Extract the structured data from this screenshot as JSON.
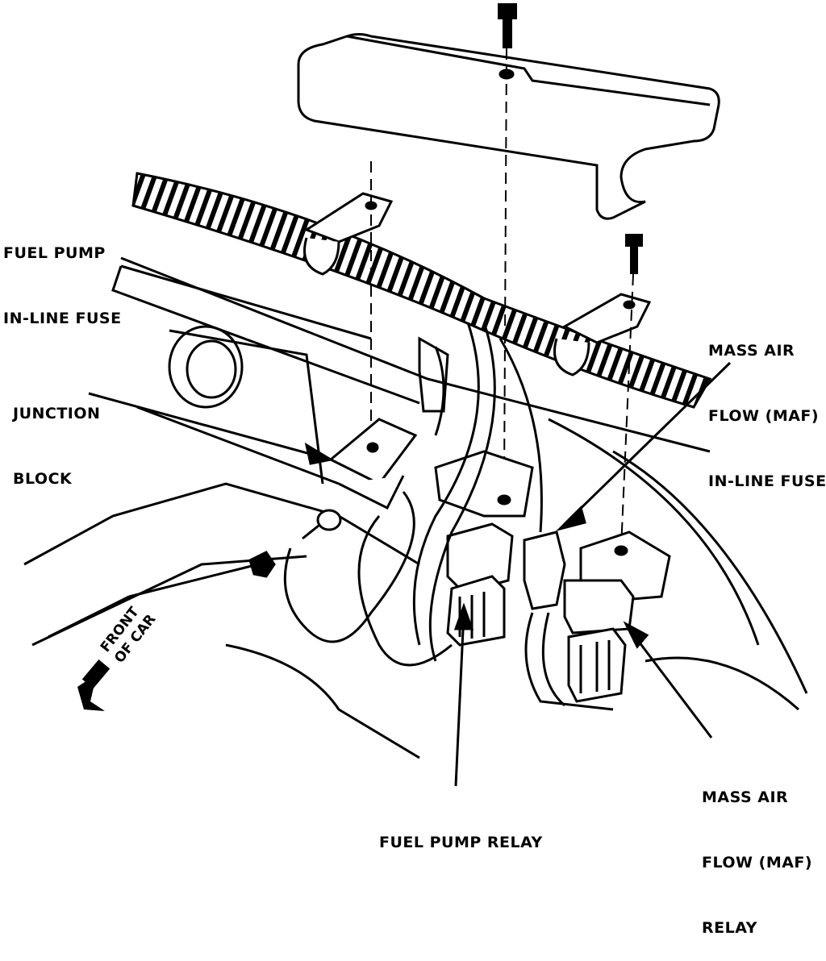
{
  "labels": {
    "fuel_pump_inline_fuse": [
      "FUEL PUMP",
      "IN-LINE FUSE"
    ],
    "junction_block": [
      "JUNCTION",
      "BLOCK"
    ],
    "maf_inline_fuse": [
      "MASS AIR",
      "FLOW (MAF)",
      "IN-LINE FUSE"
    ],
    "fuel_pump_relay": "FUEL PUMP RELAY",
    "maf_relay": [
      "MASS AIR",
      "FLOW (MAF)",
      "RELAY"
    ],
    "front_of_car": [
      "FRONT",
      "OF CAR"
    ]
  },
  "colors": {
    "ink": "#000000",
    "paper": "#ffffff"
  }
}
